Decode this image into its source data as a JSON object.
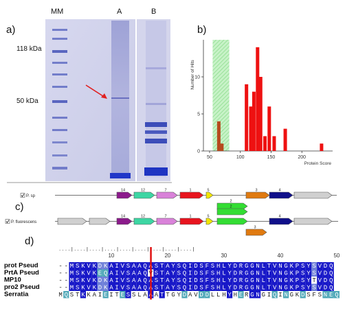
{
  "panel_labels": {
    "a": "a)",
    "b": "b)",
    "c": "c)",
    "d": "d)"
  },
  "gel": {
    "lane_labels": [
      "MM",
      "A",
      "B"
    ],
    "mw_labels": [
      "118 kDa",
      "50 kDa"
    ]
  },
  "chart_data": {
    "type": "bar",
    "xlabel": "Protein Score",
    "ylabel": "Number of Hits",
    "xlim": [
      40,
      250
    ],
    "ylim": [
      0,
      15
    ],
    "xticks": [
      50,
      100,
      150,
      200
    ],
    "yticks": [
      0,
      5,
      10
    ],
    "shaded_region": [
      55,
      82
    ],
    "series": [
      {
        "color": "#b64a1e",
        "x": [
          65,
          70
        ],
        "values": [
          4,
          1
        ]
      },
      {
        "color": "#ee1111",
        "x": [
          110,
          117,
          122,
          128,
          133,
          140,
          147,
          155,
          173,
          232
        ],
        "values": [
          9,
          6,
          8,
          14,
          10,
          2,
          6,
          2,
          3,
          1
        ]
      }
    ]
  },
  "gene_map": {
    "rows": [
      {
        "label": "P. sp"
      },
      {
        "label": "P. fluorescens"
      }
    ],
    "gene_numbers": [
      "14",
      "12",
      "7",
      "1",
      "5",
      "2",
      "3",
      "4"
    ]
  },
  "alignment": {
    "ruler_numbers": [
      "10",
      "20",
      "30",
      "40",
      "50"
    ],
    "names": [
      "prot Pseud",
      "PrtA Pseud",
      "MP10",
      "pro2 Pseud",
      "Serratia"
    ],
    "sequences": [
      "--MSKVKDKAIVSAAQASTAYSQIDSFSHLYDRGGNLTVNGKPSYSVDQ",
      "--MSKVKEQAIVSAAQVSTAYSQIDSFSHLYDRGGNLTVNGKPSYSVDQ",
      "--MSKVKDKAIVSAAQASTAYSQIDSFSHLYDRGGNLTVNGKPSYTVDQ",
      "--MSKVKDKAIVSAAQASTAYSQIDSFSHLYDRGGNLTVNGKPSYSVDQ",
      "MQSTKKAIEITESSLAAATTGYDAVDDLLHYHERGNGIQINGKDSFSNEQ"
    ]
  }
}
